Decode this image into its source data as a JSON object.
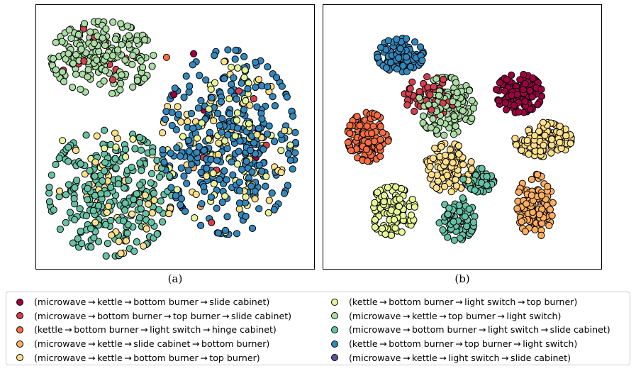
{
  "chart_data": [
    {
      "type": "scatter",
      "panel": "a",
      "caption": "(a)",
      "xlabel": "",
      "ylabel": "",
      "grid": false,
      "ticks": false,
      "xlim": [
        0,
        100
      ],
      "ylim": [
        0,
        100
      ],
      "series": [
        {
          "index": 0,
          "clusters": [
            {
              "cx": 68,
              "cy": 52,
              "rx": 22,
              "ry": 38,
              "n": 6
            }
          ]
        },
        {
          "index": 1,
          "clusters": [
            {
              "cx": 22,
              "cy": 80,
              "rx": 18,
              "ry": 14,
              "n": 12
            },
            {
              "cx": 70,
              "cy": 40,
              "rx": 20,
              "ry": 30,
              "n": 6
            }
          ]
        },
        {
          "index": 2,
          "clusters": [
            {
              "cx": 40,
              "cy": 85,
              "rx": 10,
              "ry": 8,
              "n": 2
            }
          ]
        },
        {
          "index": 3,
          "clusters": [
            {
              "cx": 60,
              "cy": 30,
              "rx": 10,
              "ry": 10,
              "n": 2
            }
          ]
        },
        {
          "index": 4,
          "clusters": [
            {
              "cx": 28,
              "cy": 28,
              "rx": 22,
              "ry": 25,
              "n": 45
            },
            {
              "cx": 68,
              "cy": 48,
              "rx": 24,
              "ry": 36,
              "n": 55
            }
          ]
        },
        {
          "index": 5,
          "clusters": [
            {
              "cx": 70,
              "cy": 45,
              "rx": 24,
              "ry": 34,
              "n": 65
            },
            {
              "cx": 24,
              "cy": 38,
              "rx": 20,
              "ry": 20,
              "n": 8
            }
          ]
        },
        {
          "index": 6,
          "clusters": [
            {
              "cx": 23,
              "cy": 81,
              "rx": 20,
              "ry": 15,
              "n": 210
            }
          ]
        },
        {
          "index": 7,
          "clusters": [
            {
              "cx": 26,
              "cy": 28,
              "rx": 24,
              "ry": 26,
              "n": 270
            }
          ]
        },
        {
          "index": 8,
          "clusters": [
            {
              "cx": 70,
              "cy": 48,
              "rx": 26,
              "ry": 38,
              "n": 320
            }
          ]
        }
      ]
    },
    {
      "type": "scatter",
      "panel": "b",
      "caption": "(b)",
      "xlabel": "",
      "ylabel": "",
      "grid": false,
      "ticks": false,
      "xlim": [
        0,
        100
      ],
      "ylim": [
        0,
        100
      ],
      "series": [
        {
          "index": 0,
          "clusters": [
            {
              "cx": 71,
              "cy": 67,
              "rx": 9,
              "ry": 8,
              "n": 130
            }
          ]
        },
        {
          "index": 1,
          "clusters": [
            {
              "cx": 38,
              "cy": 66,
              "rx": 10,
              "ry": 8,
              "n": 55
            }
          ]
        },
        {
          "index": 2,
          "clusters": [
            {
              "cx": 15,
              "cy": 50,
              "rx": 8,
              "ry": 10,
              "n": 130
            }
          ]
        },
        {
          "index": 3,
          "clusters": [
            {
              "cx": 77,
              "cy": 23,
              "rx": 7,
              "ry": 13,
              "n": 120
            }
          ]
        },
        {
          "index": 4,
          "clusters": [
            {
              "cx": 80,
              "cy": 49,
              "rx": 11,
              "ry": 7,
              "n": 120
            },
            {
              "cx": 45,
              "cy": 38,
              "rx": 9,
              "ry": 10,
              "n": 110
            }
          ]
        },
        {
          "index": 5,
          "clusters": [
            {
              "cx": 24,
              "cy": 21,
              "rx": 9,
              "ry": 10,
              "n": 130
            }
          ]
        },
        {
          "index": 6,
          "clusters": [
            {
              "cx": 44,
              "cy": 62,
              "rx": 11,
              "ry": 12,
              "n": 150
            }
          ]
        },
        {
          "index": 7,
          "clusters": [
            {
              "cx": 56,
              "cy": 33,
              "rx": 6,
              "ry": 5,
              "n": 50
            },
            {
              "cx": 48,
              "cy": 18,
              "rx": 7,
              "ry": 9,
              "n": 75
            }
          ]
        },
        {
          "index": 8,
          "clusters": [
            {
              "cx": 27,
              "cy": 82,
              "rx": 9,
              "ry": 7,
              "n": 110
            }
          ]
        }
      ]
    }
  ],
  "legend": {
    "border_color": "#cccccc",
    "items": [
      {
        "label": "(microwave → kettle → bottom burner → slide cabinet)",
        "color": "#9e0142"
      },
      {
        "label": "(microwave → bottom burner → top burner → slide cabinet)",
        "color": "#d53e4f"
      },
      {
        "label": "(kettle → bottom burner → light switch → hinge cabinet)",
        "color": "#f46d43"
      },
      {
        "label": "(microwave → kettle → slide cabinet → bottom burner)",
        "color": "#fdae61"
      },
      {
        "label": "(microwave → kettle → bottom burner → top burner)",
        "color": "#fee08b"
      },
      {
        "label": "(kettle → bottom burner → light switch → top burner)",
        "color": "#e6f598"
      },
      {
        "label": "(microwave → kettle → top burner → light switch)",
        "color": "#abdda4"
      },
      {
        "label": "(microwave → bottom burner → light switch → slide cabinet)",
        "color": "#66c2a5"
      },
      {
        "label": "(kettle → bottom burner → top burner → light switch)",
        "color": "#3288bd"
      },
      {
        "label": "(microwave → kettle → light switch → slide cabinet)",
        "color": "#5e4fa2"
      }
    ]
  }
}
